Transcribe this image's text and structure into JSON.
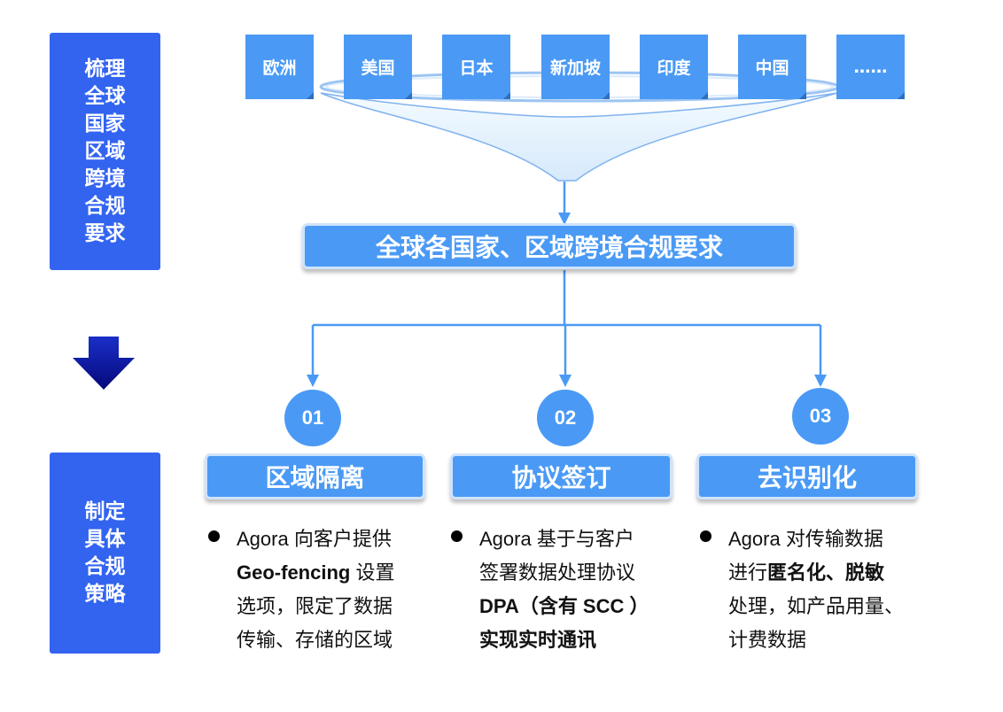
{
  "left_panel": {
    "top_box": [
      "梳理",
      "全球",
      "国家",
      "区域",
      "跨境",
      "合规",
      "要求"
    ],
    "bottom_box": [
      "制定",
      "具体",
      "合规",
      "策略"
    ]
  },
  "regions": [
    "欧洲",
    "美国",
    "日本",
    "新加坡",
    "印度",
    "中国",
    "……"
  ],
  "summary_title": "全球各国家、区域跨境合规要求",
  "strategies": [
    {
      "number": "01",
      "title": "区域隔离",
      "lines": [
        [
          {
            "t": "Agora 向客户提供",
            "b": false
          }
        ],
        [
          {
            "t": "Geo-fencing",
            "b": true
          },
          {
            "t": " 设置",
            "b": false
          }
        ],
        [
          {
            "t": "选项，限定了数据",
            "b": false
          }
        ],
        [
          {
            "t": "传输、存储的区域",
            "b": false
          }
        ]
      ]
    },
    {
      "number": "02",
      "title": "协议签订",
      "lines": [
        [
          {
            "t": "Agora 基于与客户",
            "b": false
          }
        ],
        [
          {
            "t": "签署数据处理协议",
            "b": false
          }
        ],
        [
          {
            "t": "DPA（含有 SCC ）",
            "b": true
          }
        ],
        [
          {
            "t": "实现实时通讯",
            "b": true
          }
        ]
      ]
    },
    {
      "number": "03",
      "title": "去识别化",
      "lines": [
        [
          {
            "t": "Agora 对传输数据",
            "b": false
          }
        ],
        [
          {
            "t": "进行",
            "b": false
          },
          {
            "t": "匿名化、脱敏",
            "b": true
          }
        ],
        [
          {
            "t": "处理，如产品用量、",
            "b": false
          }
        ],
        [
          {
            "t": "计费数据",
            "b": false
          }
        ]
      ]
    }
  ],
  "colors": {
    "primary_blue": "#4a9af5",
    "side_blue": "#3264f0",
    "arrow_navy": "#0a12a0"
  }
}
